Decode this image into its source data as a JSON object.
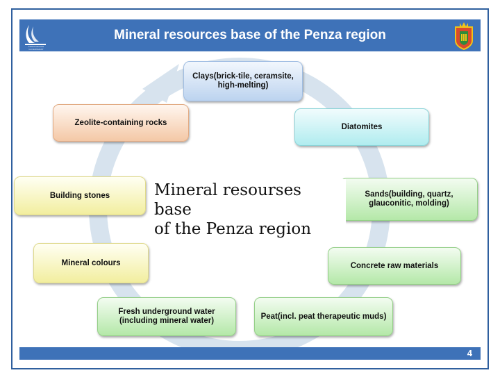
{
  "header": {
    "title": "Mineral resources base of the Penza region",
    "logo_caption": "PENZA REGION GOVERNMENT"
  },
  "center": {
    "line1": "Mineral resourses base",
    "line2": "of the Penza region"
  },
  "boxes": {
    "clays": "Clays(brick-tile, ceramsite, high-melting)",
    "diatomites": "Diatomites",
    "sands": "Sands(building, quartz, glauconitic, molding)",
    "concrete": "Concrete raw materials",
    "peat": "Peat(incl. peat therapeutic muds)",
    "water": "Fresh underground water (including mineral water)",
    "colours": "Mineral colours",
    "stones": "Building stones",
    "zeolite": "Zeolite-containing rocks"
  },
  "footer": {
    "page": "4"
  },
  "colors": {
    "header": "#3e72b8",
    "ring": "#d7e3ee",
    "blue": "#bcd3ef",
    "cyan": "#b0ecef",
    "green": "#b4e8a8",
    "yellow": "#f2ee9e",
    "orange": "#f4c8a6"
  },
  "icons": [
    "sail-logo-icon",
    "coat-of-arms-icon",
    "cycle-arrow-icon"
  ]
}
